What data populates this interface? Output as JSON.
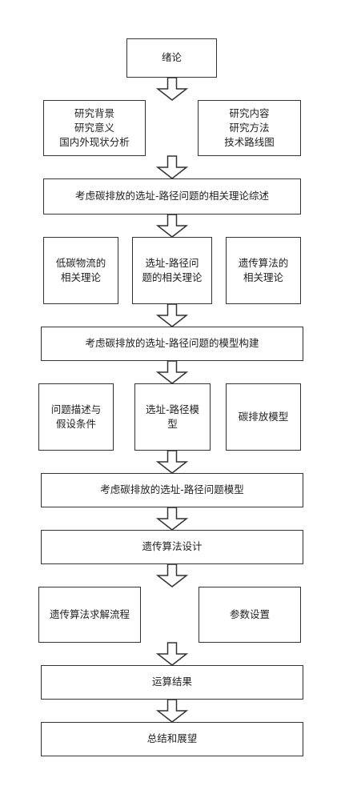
{
  "nodes": {
    "intro": "绪论",
    "background": "研究背景\n研究意义\n国内外现状分析",
    "content": "研究内容\n研究方法\n技术路线图",
    "review": "考虑碳排放的选址-路径问题的相关理论综述",
    "low_carbon": "低碳物流的\n相关理论",
    "lrp_theory": "选址-路径问\n题的相关理论",
    "ga_theory": "遗传算法的\n相关理论",
    "build": "考虑碳排放的选址-路径问题的模型构建",
    "problem_desc": "问题描述与\n假设条件",
    "lrp_model": "选址-路径模\n型",
    "carbon_model": "碳排放模型",
    "full_model": "考虑碳排放的选址-路径问题模型",
    "ga_design": "遗传算法设计",
    "ga_flow": "遗传算法求解流程",
    "params": "参数设置",
    "results": "运算结果",
    "summary": "总结和展望"
  },
  "colors": {
    "border": "#333333",
    "arrow_fill": "#ffffff",
    "text": "#222222"
  }
}
